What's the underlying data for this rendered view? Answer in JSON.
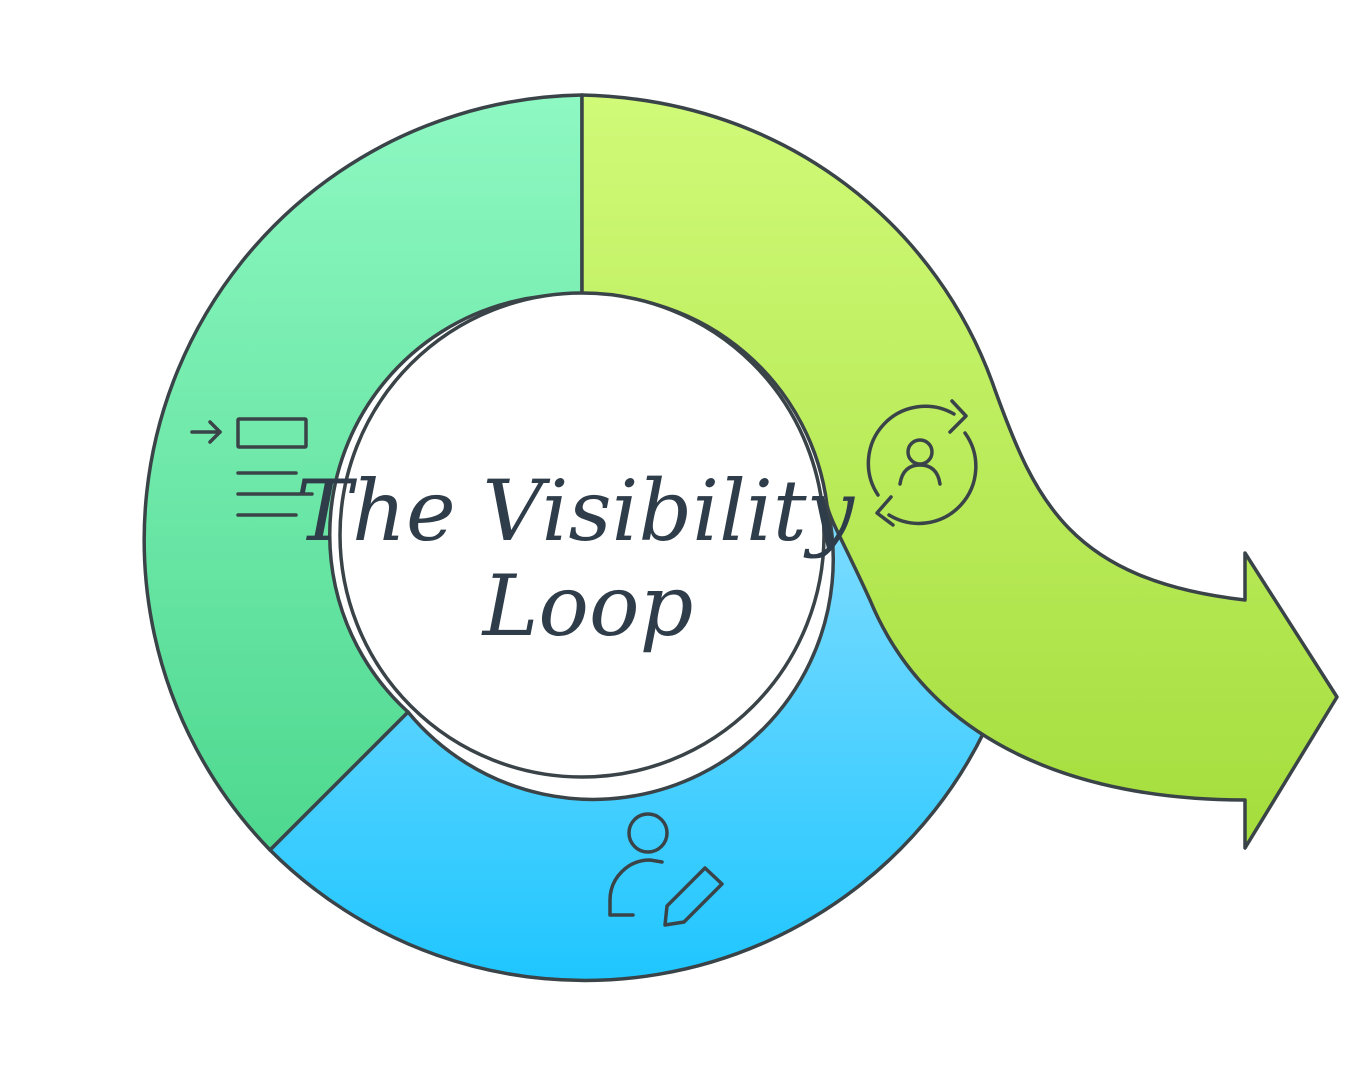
{
  "title": {
    "line1": "The Visibility",
    "line2": "Loop"
  },
  "segments": [
    {
      "id": "green",
      "icon": "indent-list-icon",
      "color_top": "#8ef8c2",
      "color_bottom": "#4ed88f"
    },
    {
      "id": "blue",
      "icon": "user-edit-icon",
      "color_top": "#7fdcff",
      "color_bottom": "#1fc6ff"
    },
    {
      "id": "lime",
      "icon": "user-cycle-icon",
      "color_top": "#d0fa78",
      "color_bottom": "#a4dd3c"
    }
  ],
  "colors": {
    "outline": "#3a4448",
    "title_text": "#2f3d4a",
    "background": "#ffffff"
  }
}
